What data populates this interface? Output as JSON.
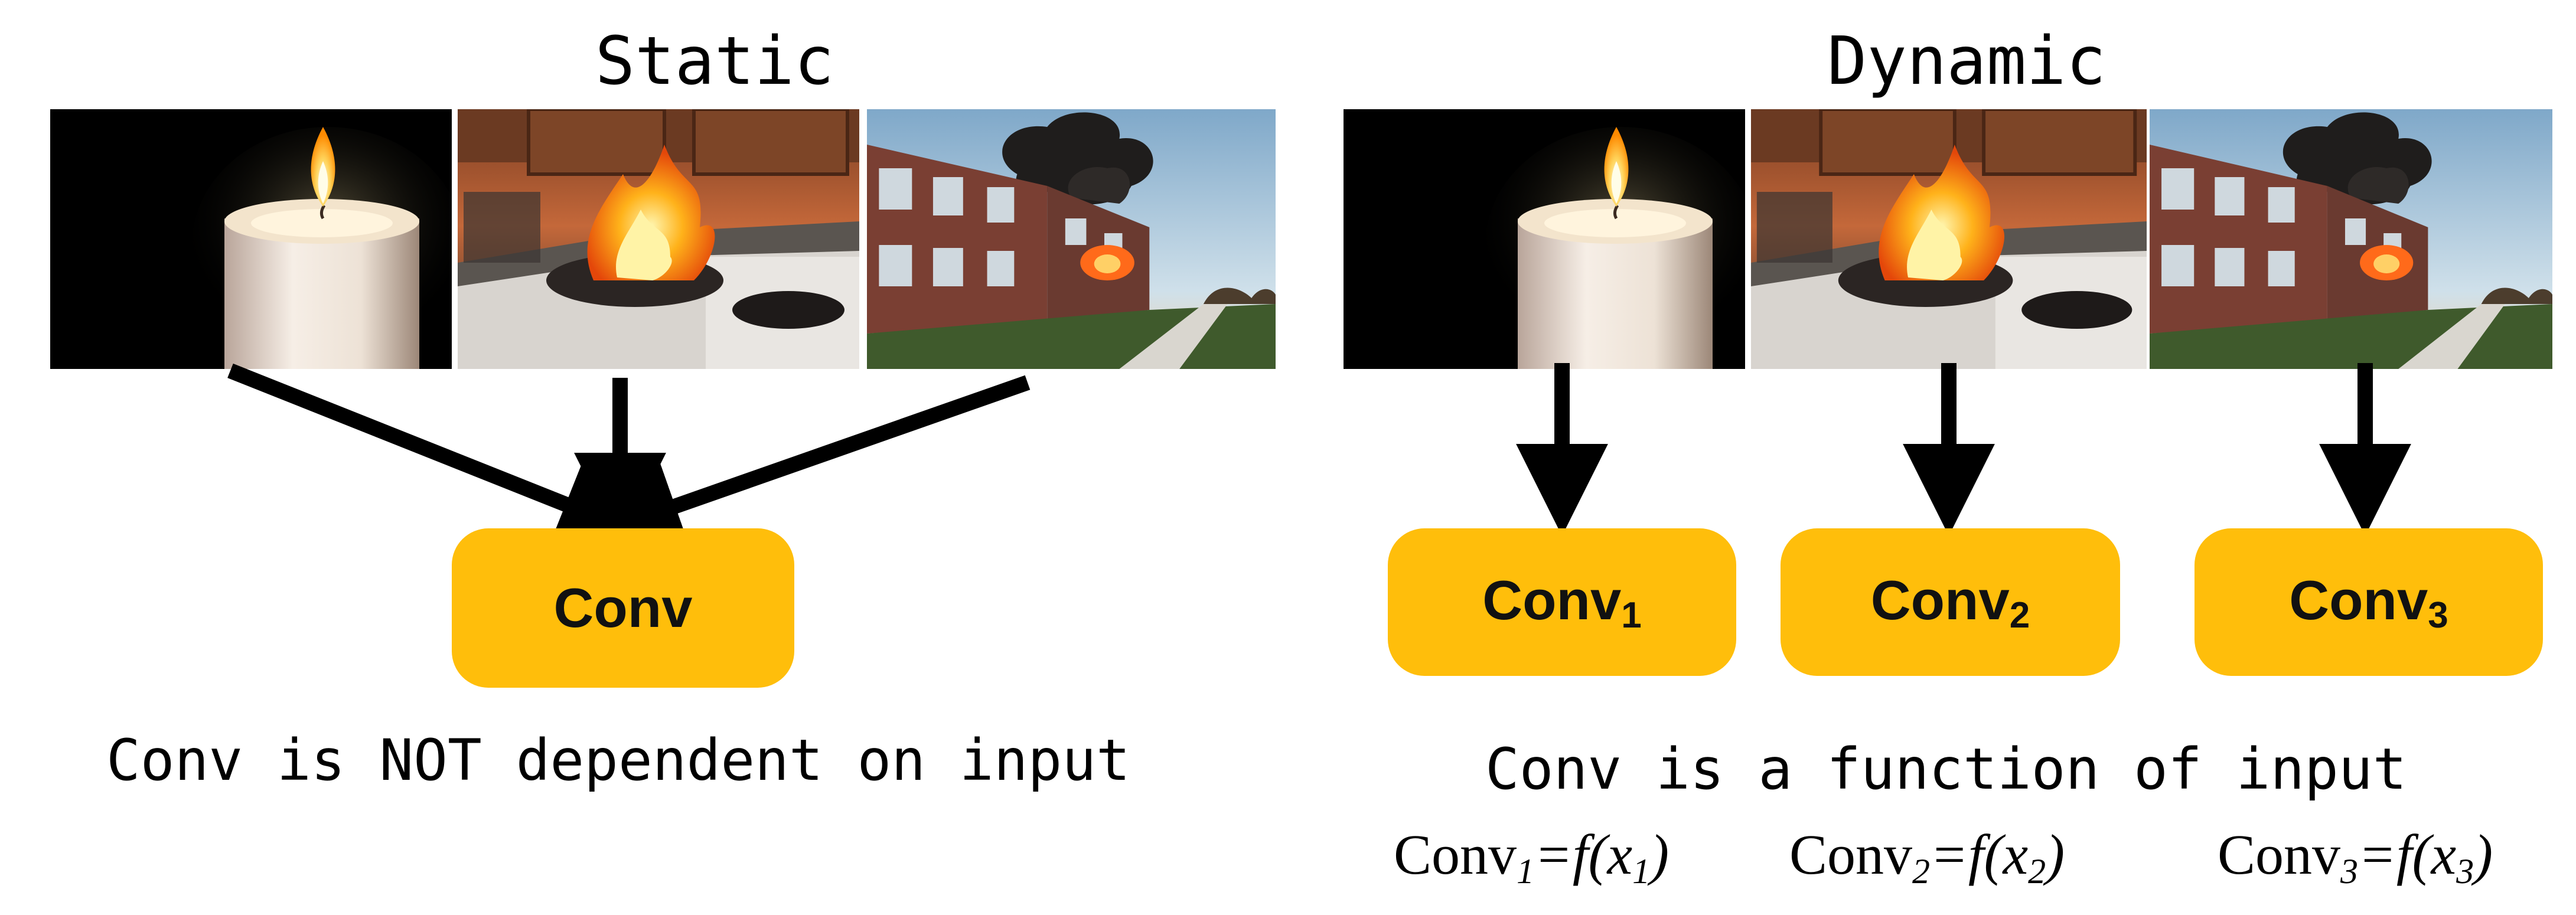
{
  "static_panel": {
    "title": "Static",
    "conv_label": "Conv",
    "caption": "Conv is NOT dependent on input"
  },
  "dynamic_panel": {
    "title": "Dynamic",
    "conv_boxes": [
      {
        "base": "Conv",
        "sub": "1"
      },
      {
        "base": "Conv",
        "sub": "2"
      },
      {
        "base": "Conv",
        "sub": "3"
      }
    ],
    "caption": "Conv is a function of input",
    "formulas": [
      {
        "base": "Conv",
        "sub": "1",
        "eq": "=f(x",
        "arg": "1",
        "close": ")"
      },
      {
        "base": "Conv",
        "sub": "2",
        "eq": "=f(x",
        "arg": "2",
        "close": ")"
      },
      {
        "base": "Conv",
        "sub": "3",
        "eq": "=f(x",
        "arg": "3",
        "close": ")"
      }
    ]
  },
  "colors": {
    "conv_box": "#FFBE0B",
    "arrow": "#000000"
  },
  "icons": [
    "candle-image",
    "kitchen-fire-image",
    "building-fire-image",
    "arrow"
  ]
}
